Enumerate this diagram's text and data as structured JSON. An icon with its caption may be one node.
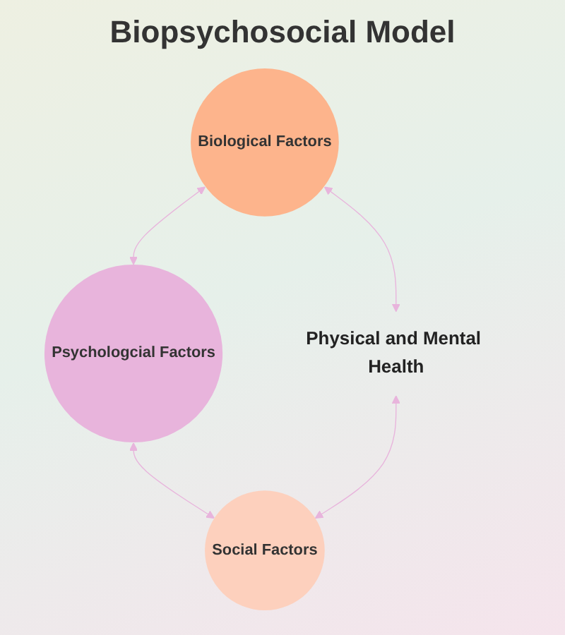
{
  "diagram": {
    "title": "Biopsychosocial  Model",
    "nodes": [
      {
        "text": [
          "Biological Factors"
        ]
      },
      {
        "text": [
          "Physical and Mental Health"
        ]
      },
      {
        "text": [
          "Psychologcial Factors"
        ]
      },
      {
        "text": [
          "Social Factors"
        ]
      }
    ],
    "edges": [
      {
        "from": 0,
        "to": 1,
        "arrow": "both"
      },
      {
        "from": 0,
        "to": 2,
        "arrow": "both"
      },
      {
        "from": 2,
        "to": 3,
        "arrow": "both"
      },
      {
        "from": 1,
        "to": 3,
        "arrow": "both"
      }
    ]
  }
}
